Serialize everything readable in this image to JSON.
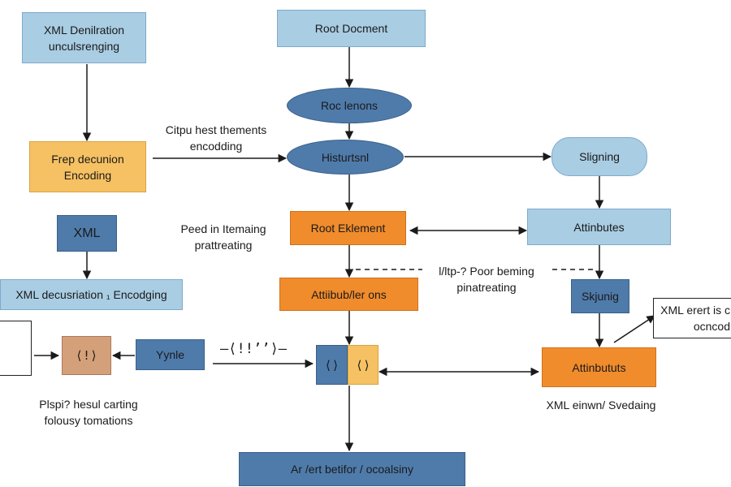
{
  "nodes": {
    "xml_declaration": {
      "line1": "XML Denilration",
      "line2": "unculsrenging"
    },
    "root_document": "Root Docment",
    "root_lenons": "Roc lenons",
    "histurtsnl": "Histurtsnl",
    "sligning": "Sligning",
    "prep_decunion": {
      "line1": "Frep decunion",
      "line2": "Encoding"
    },
    "xml_box": "XML",
    "root_element": "Root Eklement",
    "attinbutes_top": "Attinbutes",
    "xml_decusriation": "XML decusriation ₁ Encodging",
    "attiibub_lenons": "Attiibub/ler ons",
    "skjunig": "Skjunig",
    "xml_erert": {
      "line1": "XML erert is c",
      "line2": "ocncod"
    },
    "bang_box": "⟨!⟩",
    "yynle": "Yynle",
    "tag_left": "⟨⟩",
    "tag_right": "⟨⟩",
    "attinbututs": "Attinbututs",
    "bottom_bar": "Ar /ert betifor / ocoalsiny"
  },
  "labels": {
    "citpu": {
      "line1": "Citpu hest thements",
      "line2": "encodding"
    },
    "peed": {
      "line1": "Peed in Itemaing",
      "line2": "prattreating"
    },
    "lhtp": {
      "line1": "l/ltp-? Poor beming",
      "line2": "pinatreating"
    },
    "middle_code": "–⟨!!’’⟩–",
    "plspi": {
      "line1": "Plspi? hesul carting",
      "line2": "folousy tomations"
    },
    "xml_einwn": "XML einwn/ Svedaing"
  },
  "colors": {
    "light_blue": "#a9cde3",
    "dark_blue": "#4f7bab",
    "orange": "#f08c2c",
    "yellow": "#f6c163",
    "tan": "#d4a07a"
  }
}
